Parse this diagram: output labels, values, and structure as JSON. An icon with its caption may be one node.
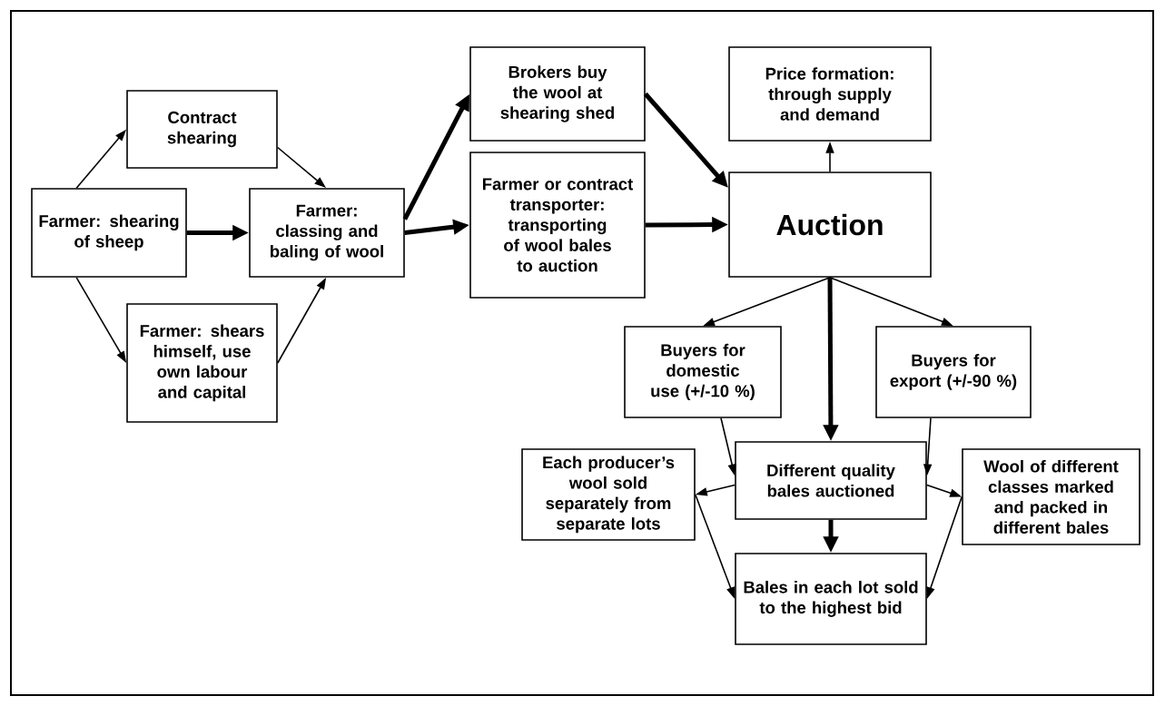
{
  "diagram": {
    "nodes": [
      {
        "text": [
          "Farmer: shearing of sheep"
        ]
      },
      {
        "text": [
          "Contract shearing"
        ]
      },
      {
        "text": [
          "Farmer: classing and baling of wool"
        ]
      },
      {
        "text": [
          "Farmer: shears himself, use own labour and capital"
        ]
      },
      {
        "text": [
          "Brokers buy the wool at shearing shed"
        ]
      },
      {
        "text": [
          "Farmer or contract transporter: transporting of wool bales to auction"
        ]
      },
      {
        "text": [
          "Price formation: through supply and demand"
        ]
      },
      {
        "text": [
          "Auction"
        ]
      },
      {
        "text": [
          "Buyers for domestic use (+/-10 %)"
        ]
      },
      {
        "text": [
          "Buyers for export (+/-90 %)"
        ]
      },
      {
        "text": [
          "Different quality bales auctioned"
        ]
      },
      {
        "text": [
          "Each producer’s wool sold separately from separate lots"
        ]
      },
      {
        "text": [
          "Wool of different classes marked and packed in different bales"
        ]
      },
      {
        "text": [
          "Bales in each lot sold to the highest bid"
        ]
      }
    ],
    "edges": [
      {
        "from": 0,
        "to": 1,
        "arrow": "to"
      },
      {
        "from": 0,
        "to": 3,
        "arrow": "to"
      },
      {
        "from": 0,
        "to": 2,
        "arrow": "to",
        "style": "thick"
      },
      {
        "from": 1,
        "to": 2,
        "arrow": "to"
      },
      {
        "from": 3,
        "to": 2,
        "arrow": "to"
      },
      {
        "from": 2,
        "to": 4,
        "arrow": "to",
        "style": "thick"
      },
      {
        "from": 2,
        "to": 5,
        "arrow": "to",
        "style": "thick"
      },
      {
        "from": 4,
        "to": 7,
        "arrow": "to",
        "style": "thick"
      },
      {
        "from": 5,
        "to": 7,
        "arrow": "to",
        "style": "thick"
      },
      {
        "from": 7,
        "to": 6,
        "arrow": "to"
      },
      {
        "from": 7,
        "to": 8,
        "arrow": "to"
      },
      {
        "from": 7,
        "to": 9,
        "arrow": "to"
      },
      {
        "from": 7,
        "to": 10,
        "arrow": "to",
        "style": "thick"
      },
      {
        "from": 8,
        "to": 10,
        "arrow": "to"
      },
      {
        "from": 9,
        "to": 10,
        "arrow": "to"
      },
      {
        "from": 10,
        "to": 11,
        "arrow": "to"
      },
      {
        "from": 10,
        "to": 12,
        "arrow": "to"
      },
      {
        "from": 10,
        "to": 13,
        "arrow": "to",
        "style": "thick"
      },
      {
        "from": 11,
        "to": 13,
        "arrow": "to"
      },
      {
        "from": 12,
        "to": 13,
        "arrow": "to"
      }
    ]
  }
}
